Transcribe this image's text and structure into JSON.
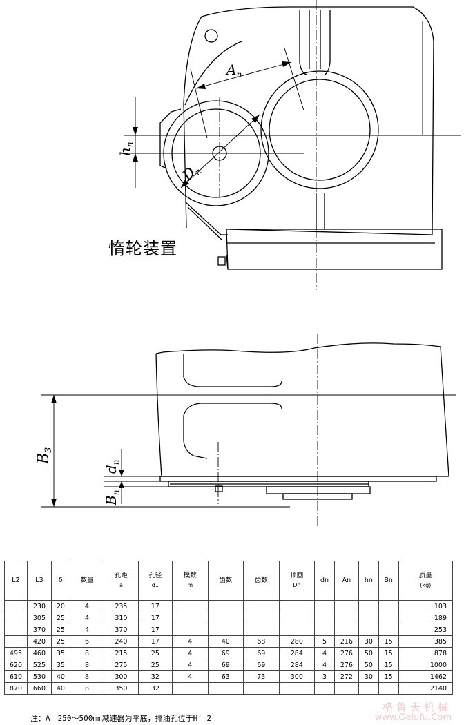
{
  "drawing": {
    "caption": "惰轮装置",
    "labels": {
      "A": "A",
      "A_sub": "n",
      "h": "h",
      "h_sub": "n",
      "D": "D",
      "D_sub": "n",
      "B3": "B",
      "B3_sub": "3",
      "d": "d",
      "d_sub": "n",
      "B": "B",
      "B_sub": "n"
    }
  },
  "table": {
    "headers": [
      {
        "main": "L2",
        "sub": ""
      },
      {
        "main": "L3",
        "sub": ""
      },
      {
        "main": "δ",
        "sub": ""
      },
      {
        "main": "数量",
        "sub": ""
      },
      {
        "main": "孔距",
        "sub": "a"
      },
      {
        "main": "孔径",
        "sub": "d1"
      },
      {
        "main": "模数",
        "sub": "m"
      },
      {
        "main": "齿数",
        "sub": ""
      },
      {
        "main": "齿数",
        "sub": ""
      },
      {
        "main": "顶圆",
        "sub": "Dn"
      },
      {
        "main": "dn",
        "sub": ""
      },
      {
        "main": "An",
        "sub": ""
      },
      {
        "main": "hn",
        "sub": ""
      },
      {
        "main": "Bn",
        "sub": ""
      },
      {
        "main": "质量",
        "sub": "(kg)"
      }
    ],
    "rows": [
      [
        "",
        "230",
        "20",
        "4",
        "235",
        "17",
        "",
        "",
        "",
        "",
        "",
        "",
        "",
        "",
        "103"
      ],
      [
        "",
        "305",
        "25",
        "4",
        "310",
        "17",
        "",
        "",
        "",
        "",
        "",
        "",
        "",
        "",
        "189"
      ],
      [
        "",
        "370",
        "25",
        "4",
        "370",
        "17",
        "",
        "",
        "",
        "",
        "",
        "",
        "",
        "",
        "253"
      ],
      [
        "",
        "420",
        "25",
        "6",
        "240",
        "17",
        "4",
        "40",
        "68",
        "280",
        "5",
        "216",
        "30",
        "15",
        "385"
      ],
      [
        "495",
        "460",
        "35",
        "8",
        "215",
        "25",
        "4",
        "69",
        "69",
        "284",
        "4",
        "276",
        "50",
        "15",
        "878"
      ],
      [
        "620",
        "525",
        "35",
        "8",
        "275",
        "25",
        "4",
        "69",
        "69",
        "284",
        "4",
        "276",
        "50",
        "15",
        "1000"
      ],
      [
        "610",
        "530",
        "40",
        "8",
        "300",
        "32",
        "4",
        "63",
        "73",
        "300",
        "3",
        "272",
        "30",
        "15",
        "1462"
      ],
      [
        "870",
        "660",
        "40",
        "8",
        "350",
        "32",
        "",
        "",
        "",
        "",
        "",
        "",
        "",
        "",
        "2140"
      ]
    ]
  },
  "note": "注：A＝250～500mm减速器为平底，排油孔位于H′ 2",
  "watermark": {
    "cn": "格鲁夫机械",
    "url": "www.Gelufu.Com"
  }
}
